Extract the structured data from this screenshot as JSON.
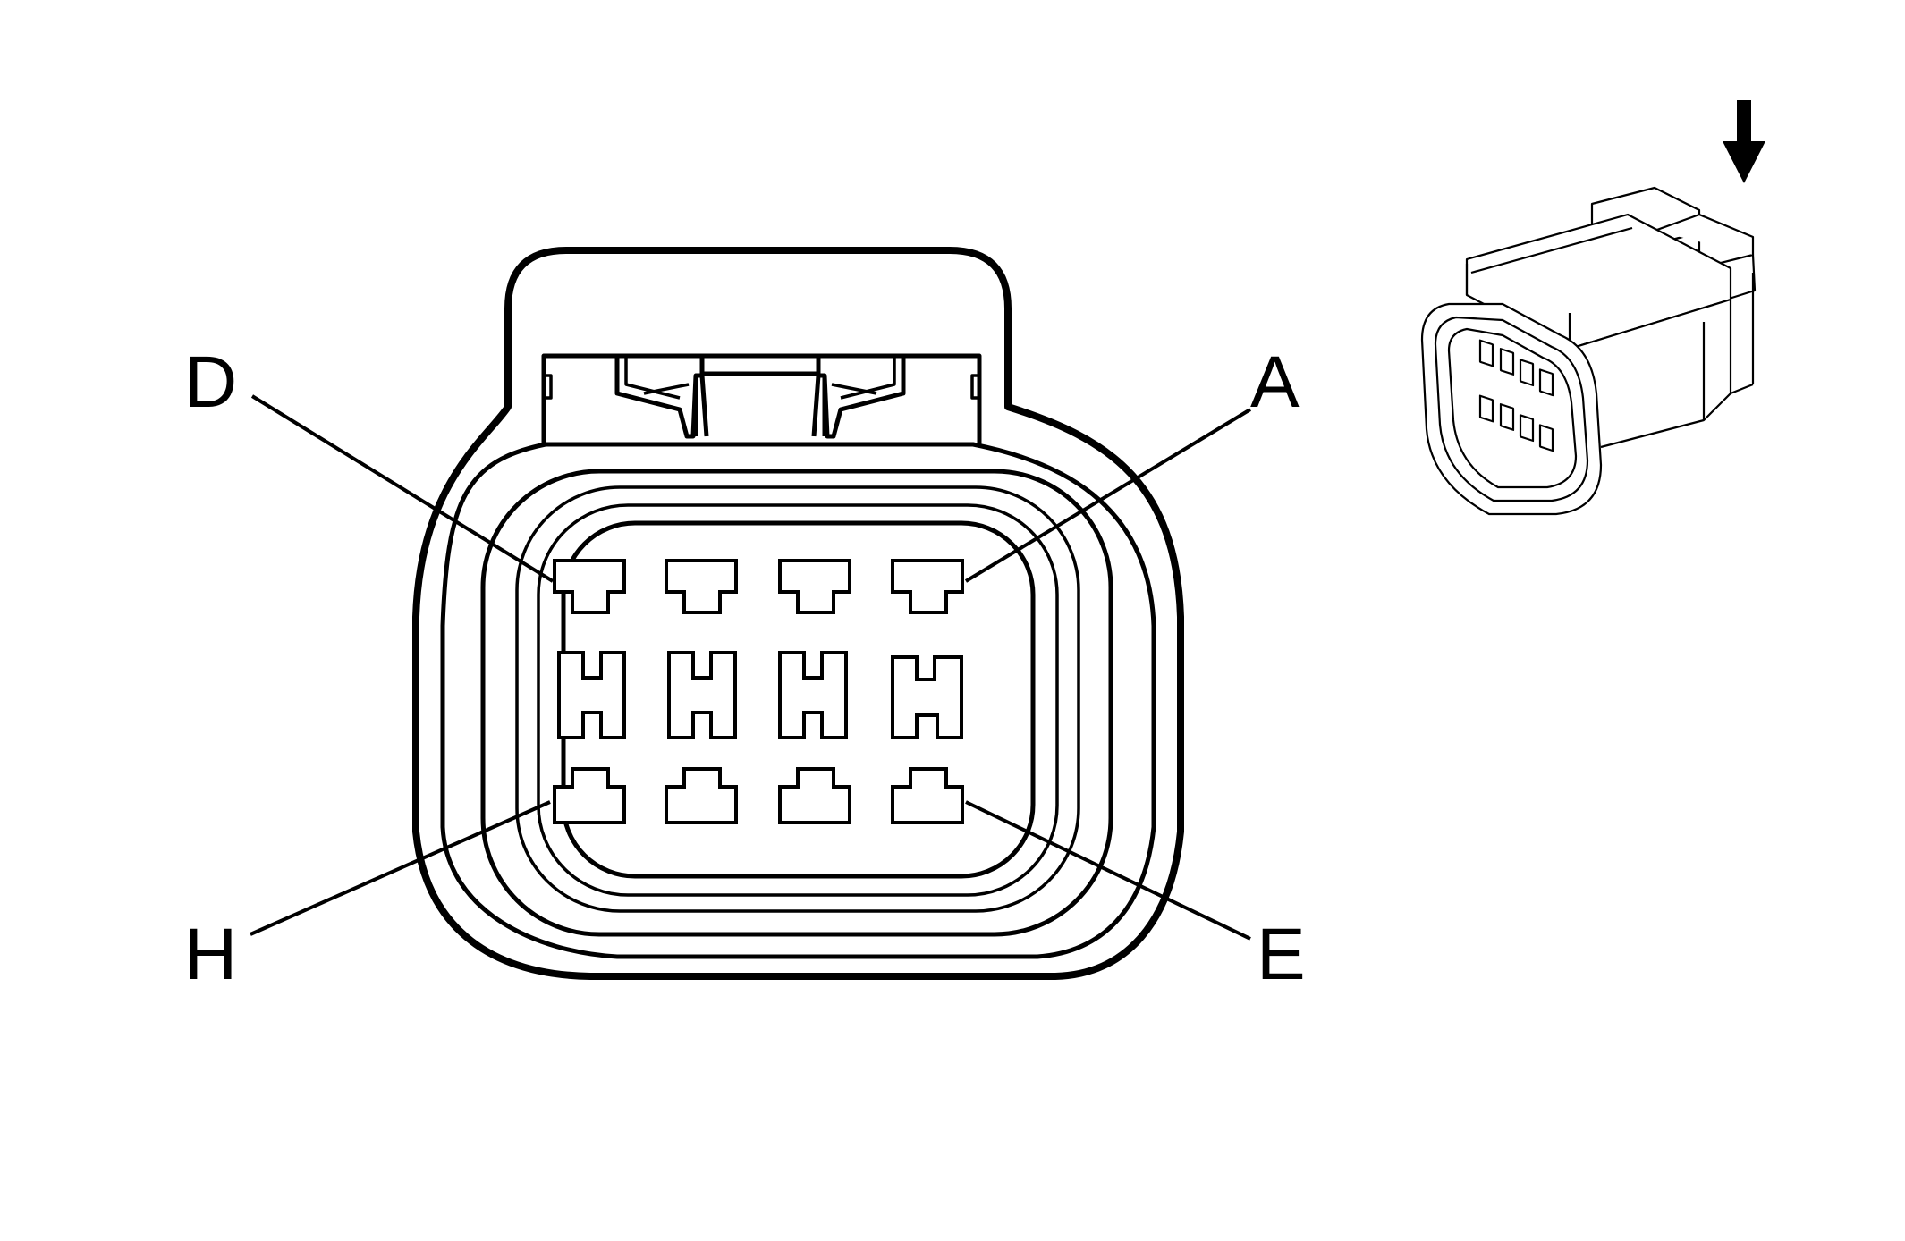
{
  "labels": {
    "top_left": "D",
    "top_right": "A",
    "bottom_left": "H",
    "bottom_right": "E"
  }
}
